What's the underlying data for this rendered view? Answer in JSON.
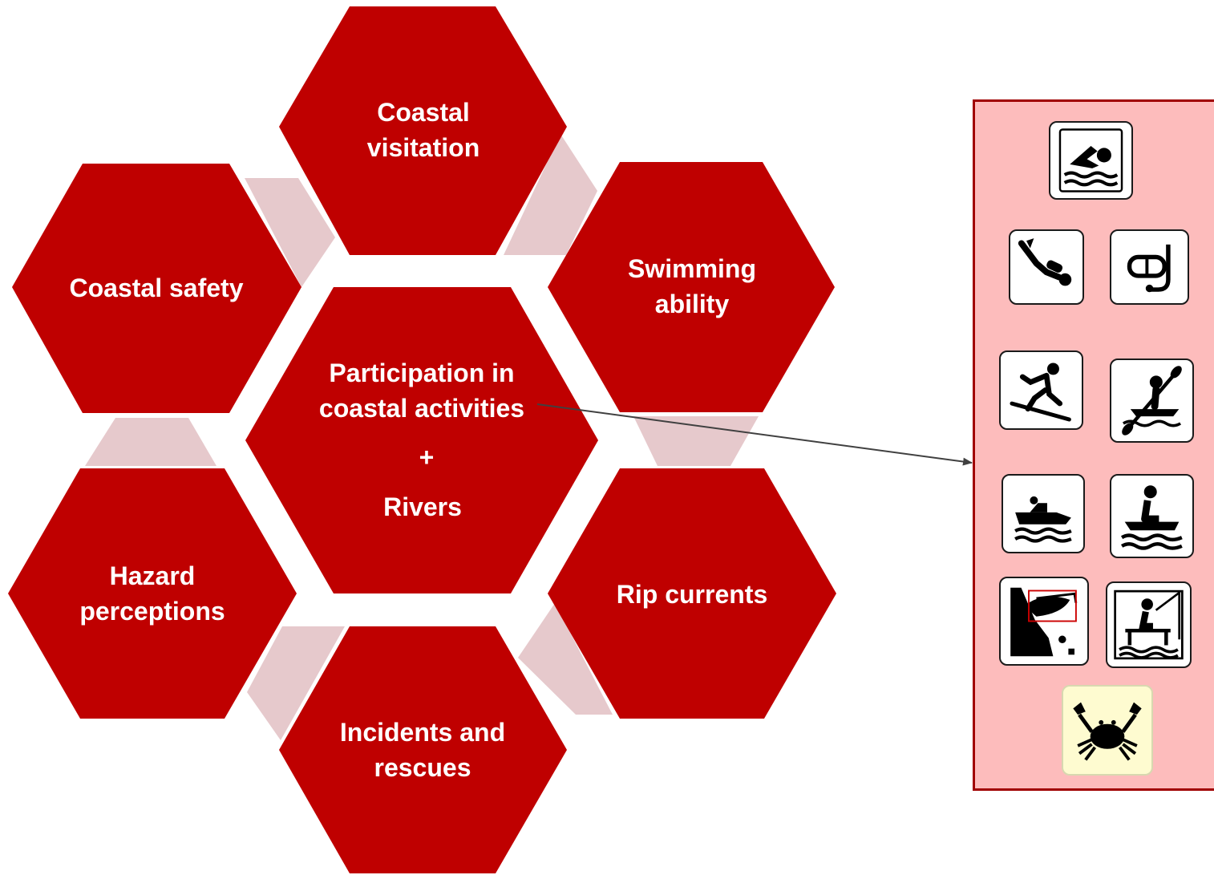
{
  "colors": {
    "hexagon_fill": "#bf0000",
    "connector_fill": "#e6c9cc",
    "panel_fill": "#fdbcbc",
    "panel_border": "#a00000",
    "crab_tile_fill": "#fefbd0"
  },
  "hexagons": {
    "top": [
      "Coastal",
      "visitation"
    ],
    "top_left": [
      "Coastal safety"
    ],
    "top_right": [
      "Swimming",
      "ability"
    ],
    "center": [
      "Participation in",
      "coastal activities",
      "+",
      "Rivers"
    ],
    "bottom_left": [
      "Hazard",
      "perceptions"
    ],
    "bottom_right": [
      "Rip currents"
    ],
    "bottom": [
      "Incidents and",
      "rescues"
    ]
  },
  "activity_icons": [
    "swimming-icon",
    "scuba-diving-icon",
    "snorkel-mask-icon",
    "surfing-icon",
    "kayaking-icon",
    "motor-boating-icon",
    "jet-ski-icon",
    "rock-fishing-icon",
    "jetty-fishing-icon",
    "crabbing-icon"
  ]
}
